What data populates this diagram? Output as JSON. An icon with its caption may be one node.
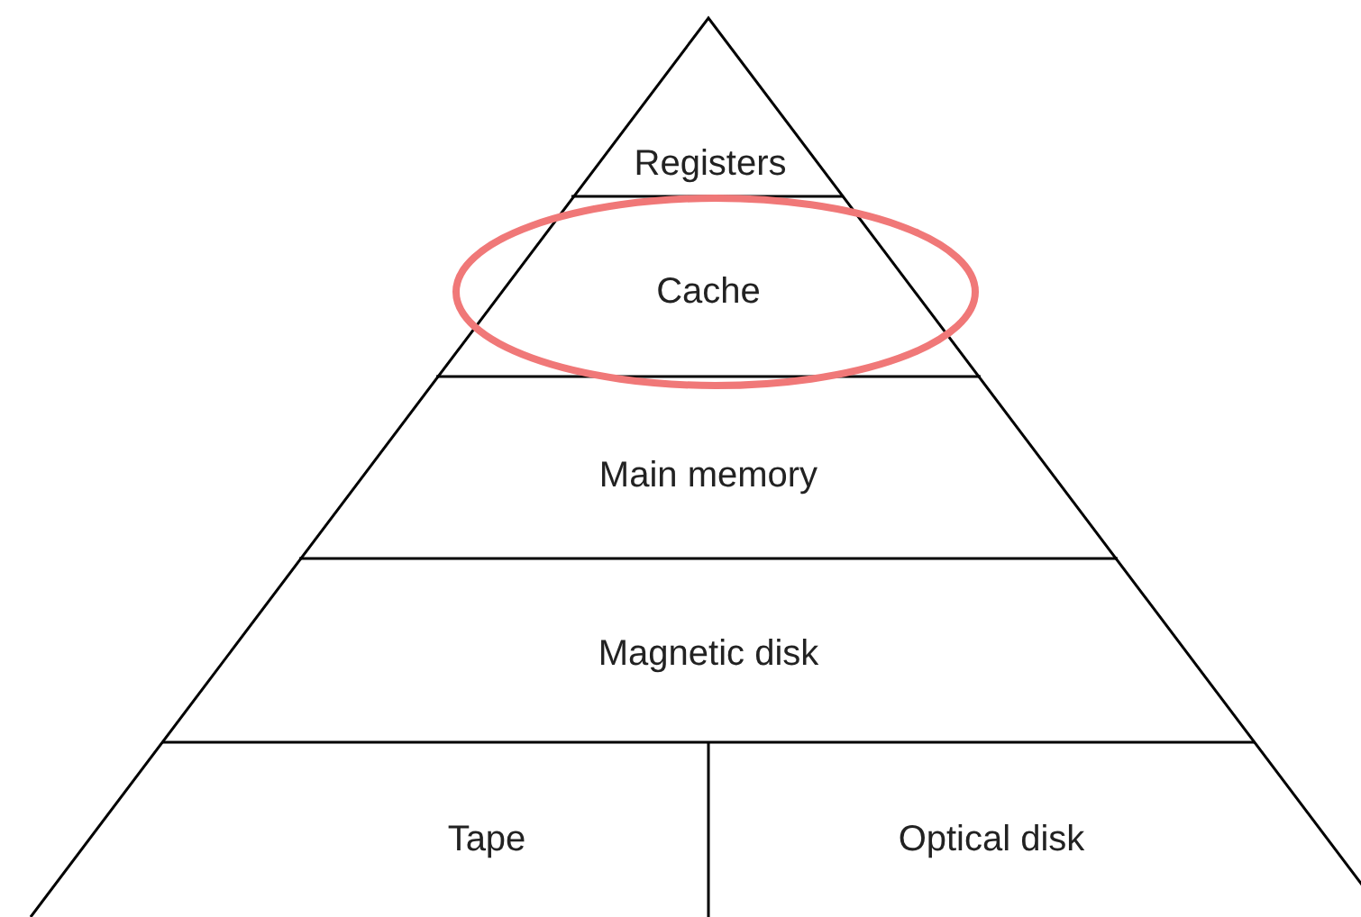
{
  "diagram": {
    "nodes": [
      {
        "text": [
          "Registers"
        ]
      },
      {
        "text": [
          "Cache"
        ]
      },
      {
        "text": [
          "Main memory"
        ]
      },
      {
        "text": [
          "Magnetic disk"
        ]
      },
      {
        "text": [
          "Tape"
        ]
      },
      {
        "text": [
          "Optical disk"
        ]
      }
    ],
    "edges": []
  }
}
